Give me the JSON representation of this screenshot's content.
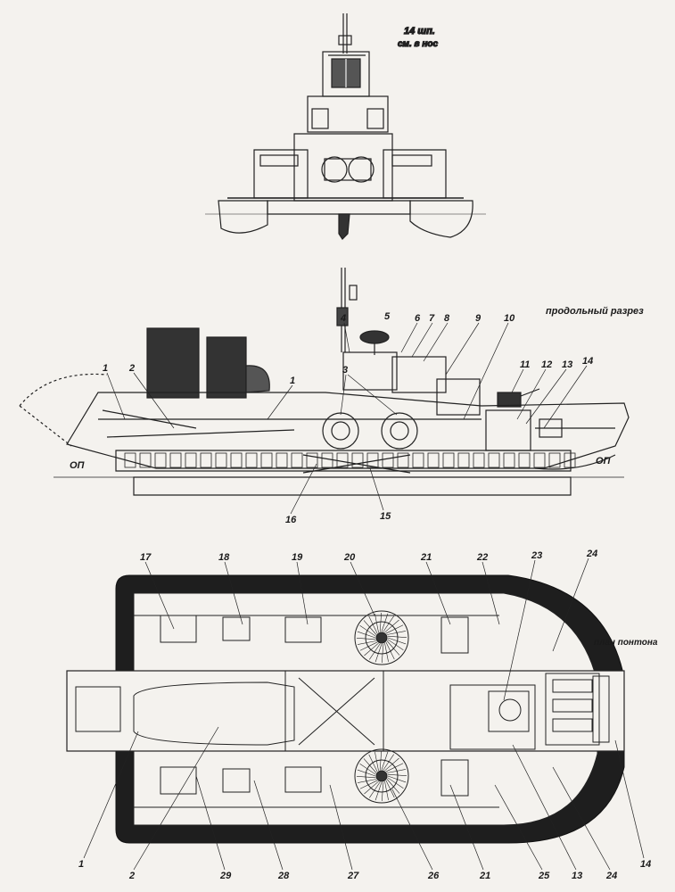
{
  "front_view": {
    "caption_line1": "14 шп.",
    "caption_line2": "см. в нос"
  },
  "side_view": {
    "caption": "продольный разрез",
    "baseline_left": "ОП",
    "baseline_right": "ОП",
    "callouts": [
      "1",
      "2",
      "1",
      "3",
      "4",
      "5",
      "6",
      "7",
      "8",
      "9",
      "10",
      "11",
      "12",
      "13",
      "14",
      "16",
      "15"
    ]
  },
  "plan_view": {
    "caption": "план понтона",
    "callouts_top": [
      "17",
      "18",
      "19",
      "20",
      "21",
      "22",
      "23",
      "24"
    ],
    "callouts_bottom": [
      "1",
      "2",
      "29",
      "28",
      "27",
      "26",
      "21",
      "25",
      "13",
      "24",
      "14"
    ]
  }
}
